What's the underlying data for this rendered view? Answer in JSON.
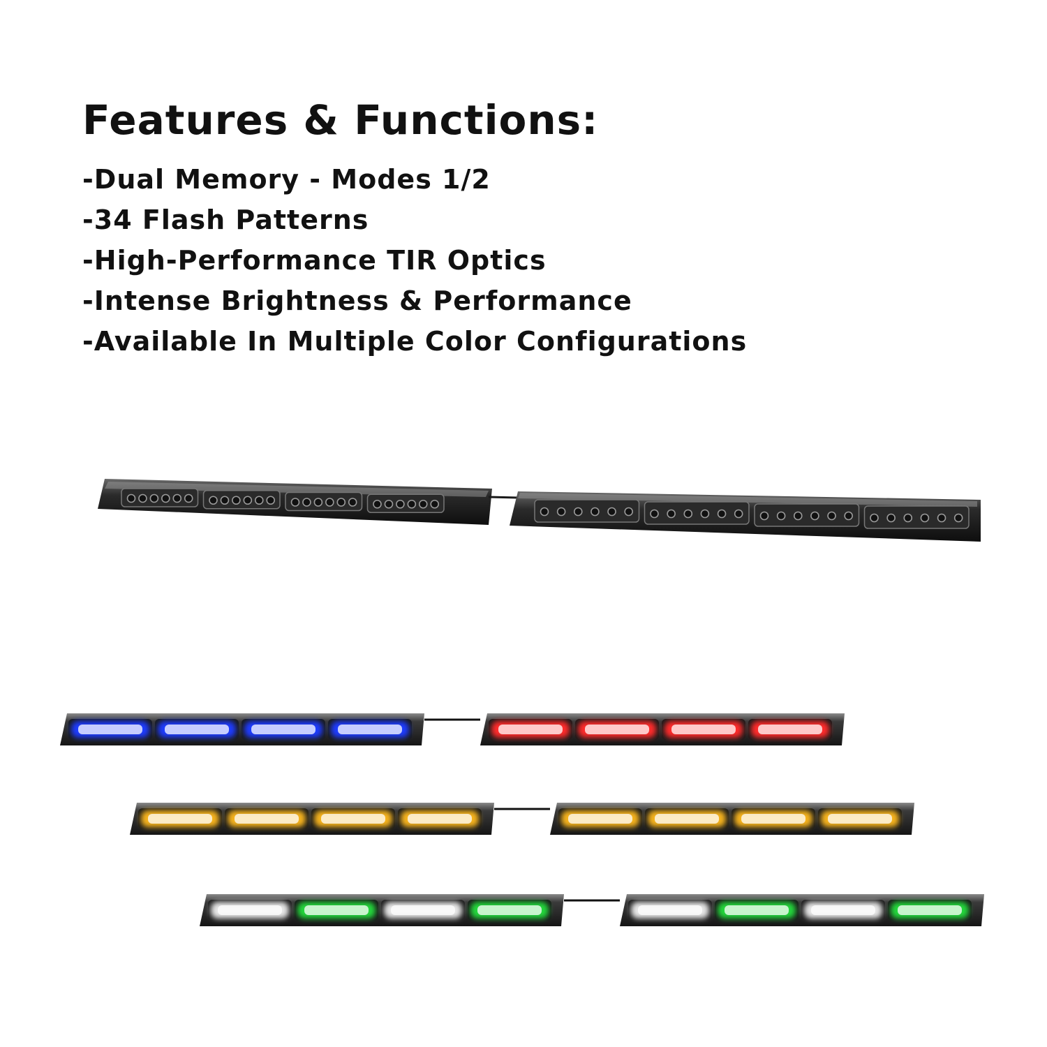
{
  "features": {
    "title": "Features & Functions:",
    "items": [
      "-Dual Memory - Modes 1/2",
      "-34 Flash Patterns",
      "-High-Performance TIR Optics",
      "-Intense Brightness & Performance",
      "-Available In Multiple Color Configurations"
    ]
  },
  "products": {
    "unlit": {
      "color": "#2a2a2a"
    },
    "lit": [
      {
        "name": "blue-red",
        "colors": [
          "#1f3bff",
          "#1f3bff",
          "#1f3bff",
          "#1f3bff",
          "#ff2a2a",
          "#ff2a2a",
          "#ff2a2a",
          "#ff2a2a"
        ]
      },
      {
        "name": "amber",
        "colors": [
          "#f5b21c",
          "#f5b21c",
          "#f5b21c",
          "#f5b21c",
          "#f5b21c",
          "#f5b21c",
          "#f5b21c",
          "#f5b21c"
        ]
      },
      {
        "name": "white-green",
        "colors": [
          "#e6e6e6",
          "#22d63a",
          "#e6e6e6",
          "#22d63a",
          "#e6e6e6",
          "#22d63a",
          "#e6e6e6",
          "#22d63a"
        ]
      }
    ]
  }
}
